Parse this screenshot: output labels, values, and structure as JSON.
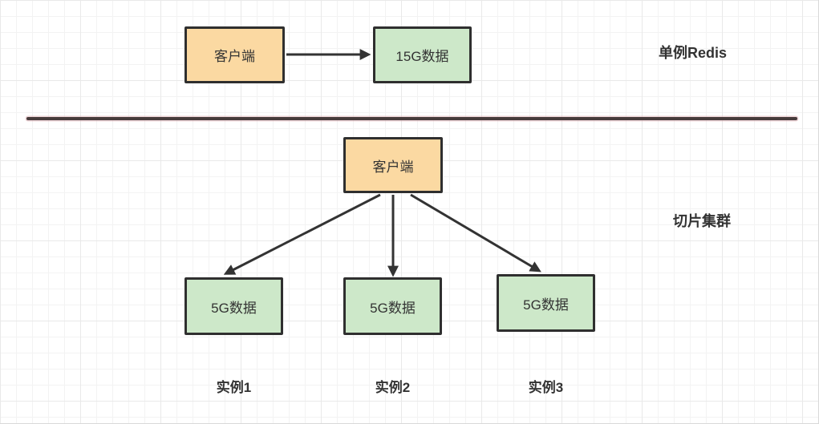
{
  "diagram": {
    "top_section": {
      "label": "单例Redis",
      "client_label": "客户端",
      "data_label": "15G数据"
    },
    "bottom_section": {
      "label": "切片集群",
      "client_label": "客户端",
      "instances": [
        {
          "data_label": "5G数据",
          "name": "实例1"
        },
        {
          "data_label": "5G数据",
          "name": "实例2"
        },
        {
          "data_label": "5G数据",
          "name": "实例3"
        }
      ]
    },
    "colors": {
      "client_fill": "#fbd9a2",
      "data_fill": "#cde8c9",
      "border": "#2f2f2f",
      "arrow": "#333333",
      "divider": "#473c3c",
      "grid_minor": "#f3f3f3",
      "grid_major": "#e9e9e9"
    }
  }
}
